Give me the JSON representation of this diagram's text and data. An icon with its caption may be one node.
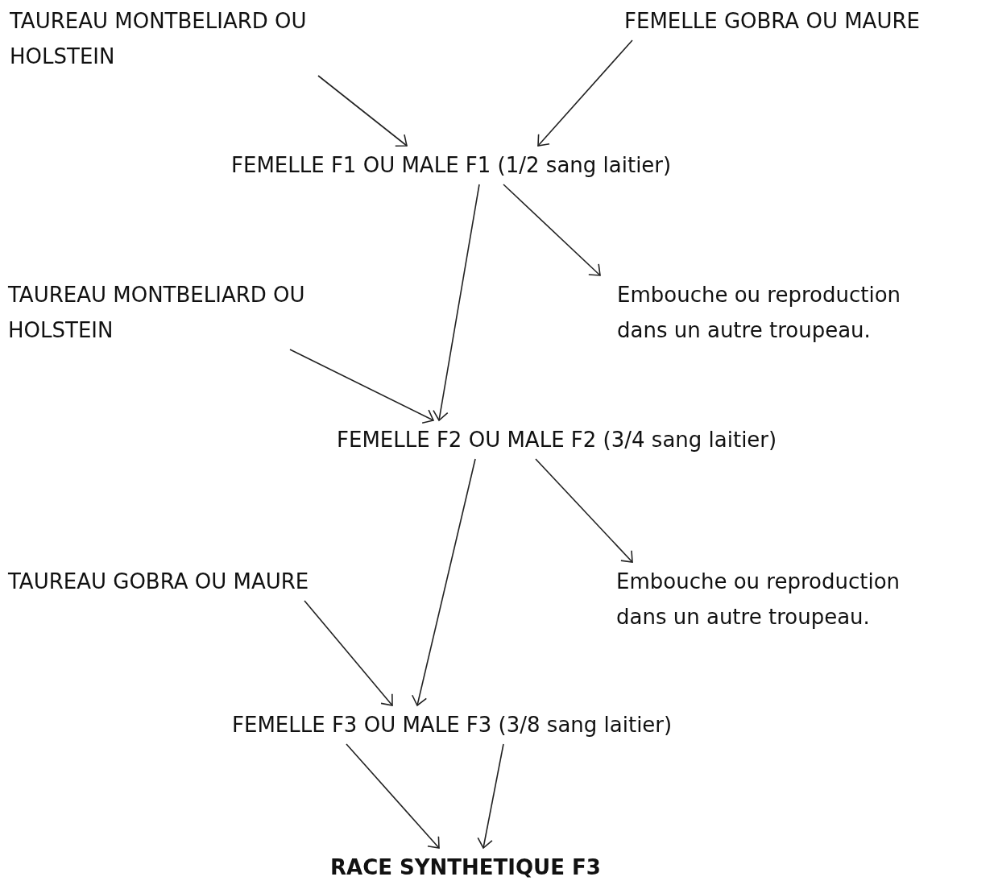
{
  "diagram": {
    "nodes": [
      {
        "text": [
          "TAUREAU MONTBELIARD OU HOLSTEIN"
        ]
      },
      {
        "text": [
          "FEMELLE GOBRA OU MAURE"
        ]
      },
      {
        "text": [
          "FEMELLE F1 OU MALE F1 (1/2 sang laitier)"
        ]
      },
      {
        "text": [
          "TAUREAU MONTBELIARD OU HOLSTEIN"
        ]
      },
      {
        "text": [
          "Embouche ou reproduction dans un autre troupeau."
        ]
      },
      {
        "text": [
          "FEMELLE F2 OU MALE F2 (3/4 sang laitier)"
        ]
      },
      {
        "text": [
          "TAUREAU GOBRA OU MAURE"
        ]
      },
      {
        "text": [
          "Embouche ou reproduction dans un autre troupeau."
        ]
      },
      {
        "text": [
          "FEMELLE F3 OU MALE F3 (3/8 sang laitier)"
        ]
      },
      {
        "text": [
          "RACE SYNTHETIQUE F3"
        ]
      }
    ],
    "edges": [
      {
        "from": 0,
        "to": 2,
        "arrow": "to"
      },
      {
        "from": 1,
        "to": 2,
        "arrow": "to"
      },
      {
        "from": 2,
        "to": 5,
        "arrow": "to"
      },
      {
        "from": 2,
        "to": 4,
        "arrow": "to"
      },
      {
        "from": 3,
        "to": 5,
        "arrow": "to"
      },
      {
        "from": 5,
        "to": 8,
        "arrow": "to"
      },
      {
        "from": 5,
        "to": 7,
        "arrow": "to"
      },
      {
        "from": 6,
        "to": 8,
        "arrow": "to"
      },
      {
        "from": 8,
        "to": 9,
        "arrow": "to"
      },
      {
        "from": 8,
        "to": 9,
        "arrow": "to"
      }
    ]
  }
}
